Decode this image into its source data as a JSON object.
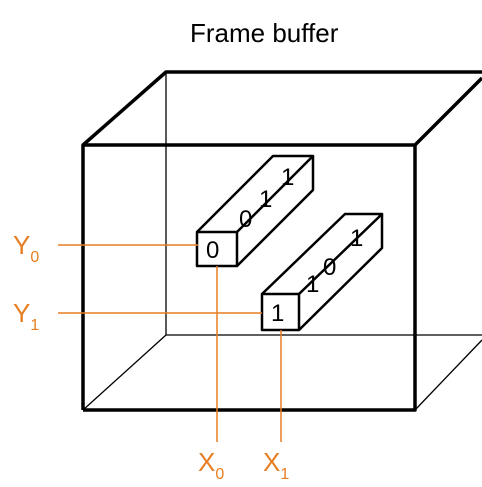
{
  "title": "Frame buffer",
  "colors": {
    "outline": "#000000",
    "accent": "#E67E22"
  },
  "labels": {
    "y0": {
      "main": "Y",
      "sub": "0"
    },
    "y1": {
      "main": "Y",
      "sub": "1"
    },
    "x0": {
      "main": "X",
      "sub": "0"
    },
    "x1": {
      "main": "X",
      "sub": "1"
    }
  },
  "bars": [
    {
      "bits": [
        "0",
        "0",
        "1",
        "1"
      ]
    },
    {
      "bits": [
        "1",
        "1",
        "0",
        "1"
      ]
    }
  ]
}
